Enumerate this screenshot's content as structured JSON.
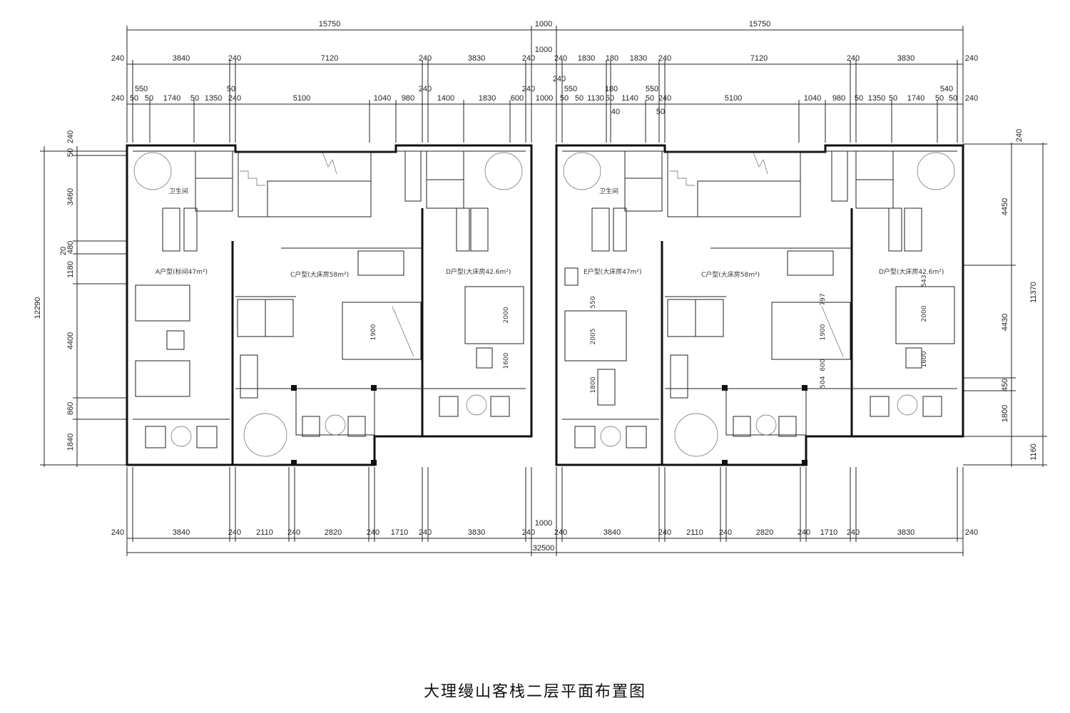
{
  "title": "大理缦山客栈二层平面布置图",
  "rooms": {
    "bath_a": "卫生间",
    "bath_e": "卫生间",
    "room_a": "A户型(标间47m²)",
    "room_c1": "C户型(大床房58m²)",
    "room_d1": "D户型(大床房42.6m²)",
    "room_e": "E户型(大床房47m²)",
    "room_c2": "C户型(大床房58m²)",
    "room_d2": "D户型(大床房42.6m²)"
  },
  "dims": {
    "top_overall": [
      "15750",
      "1000",
      "15750"
    ],
    "top_mid_center": "1000",
    "top_row1_left": [
      "240",
      "3840",
      "240",
      "7120",
      "240",
      "3830",
      "240"
    ],
    "top_row1_right": [
      "240",
      "1830",
      "180",
      "1830",
      "240",
      "7120",
      "240",
      "3830",
      "240"
    ],
    "top_row2_left": [
      "240",
      "50",
      "50",
      "1740",
      "50",
      "1350",
      "240",
      "5100",
      "1040",
      "980",
      "1400",
      "1830",
      "600",
      "240",
      "1000"
    ],
    "top_row2_left_upper": [
      "550",
      "50",
      "240"
    ],
    "top_row2_right": [
      "50",
      "50",
      "1130",
      "50",
      "1140",
      "50",
      "240",
      "5100",
      "1040",
      "980",
      "50",
      "1350",
      "50",
      "1740",
      "50",
      "50",
      "240"
    ],
    "top_row2_right_upper": [
      "240",
      "550",
      "180",
      "550",
      "540"
    ],
    "top_row2_right_lower": [
      "40",
      "50"
    ],
    "left_vertical": [
      "240",
      "50",
      "3460",
      "20",
      "480",
      "1180",
      "4400",
      "860",
      "1840"
    ],
    "left_overall": "12290",
    "right_vertical": [
      "240",
      "4450",
      "4430",
      "450",
      "1800",
      "1160"
    ],
    "right_overall": "11370",
    "bottom_row_left": [
      "240",
      "3840",
      "240",
      "2110",
      "240",
      "2820",
      "240",
      "1710",
      "240",
      "3830",
      "240"
    ],
    "bottom_row_right": [
      "240",
      "3840",
      "240",
      "2110",
      "240",
      "2820",
      "240",
      "1710",
      "240",
      "3830",
      "240"
    ],
    "bottom_mid": "1000",
    "bottom_overall": "32500",
    "furniture": [
      "1900",
      "2000",
      "1600",
      "2005",
      "1800",
      "550",
      "600",
      "1900",
      "2000",
      "1600",
      "543",
      "797",
      "504"
    ]
  }
}
